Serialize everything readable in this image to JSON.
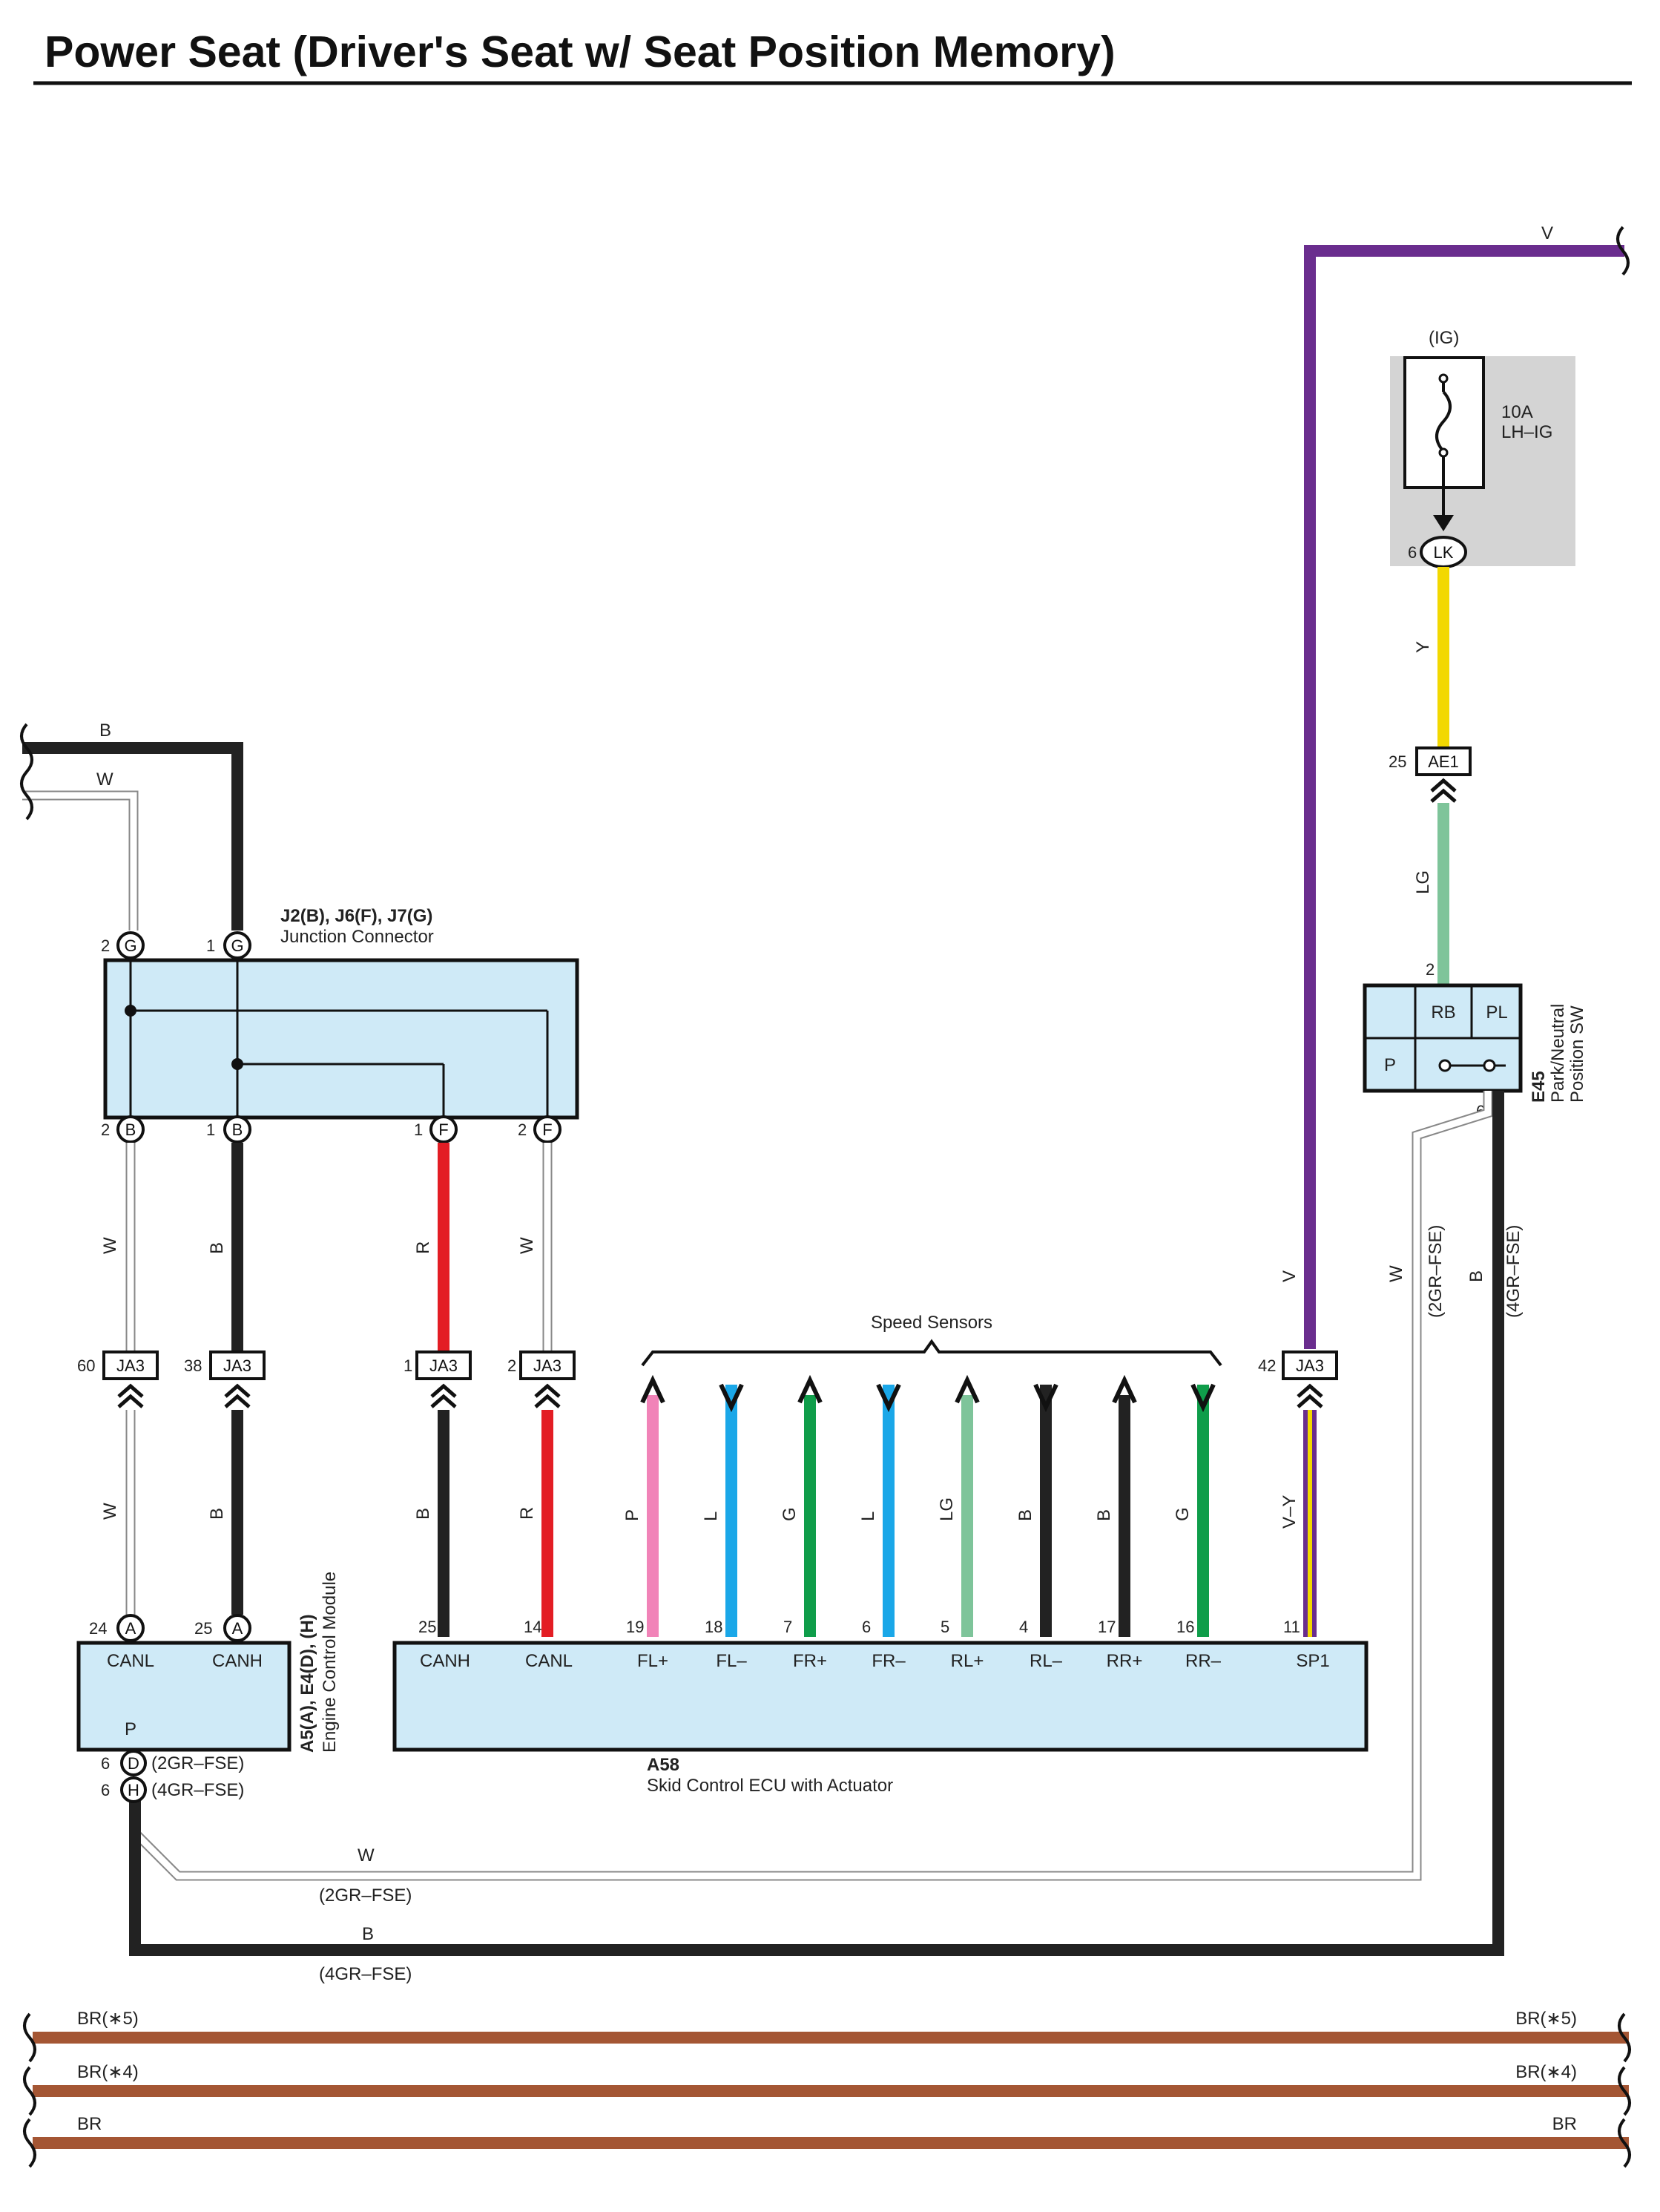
{
  "title": "Power Seat (Driver's Seat w/ Seat Position Memory)",
  "colors": {
    "V": "#6a2d8e",
    "Y": "#f2d800",
    "LG": "#7ec49a",
    "B": "#222222",
    "W": "#ffffff",
    "R": "#e31d24",
    "P": "#f183b8",
    "L": "#1aa7e8",
    "G": "#0f9d4a",
    "BR": "#a45634",
    "box_fill": "#cfeaf7",
    "fuse_area": "#d4d4d4"
  },
  "wires": {
    "top_v": "V",
    "y": "Y",
    "lg": "LG",
    "b_top": "B",
    "w_top": "W",
    "w_left": "W",
    "b_left": "B",
    "r_mid": "R",
    "w_mid": "W",
    "w_lower": "W",
    "b_lower": "B",
    "b_canh": "B",
    "r_canl": "R",
    "v_right": "V",
    "w_right": "W",
    "b_right": "B",
    "vy": "V–Y",
    "bottom_w": "W",
    "bottom_b": "B"
  },
  "fuse": {
    "ig": "(IG)",
    "rating": "10A",
    "name": "LH–IG",
    "pin": "6",
    "conn": "LK"
  },
  "ae1": {
    "pin": "25",
    "conn": "AE1"
  },
  "e45": {
    "code": "E45",
    "name1": "Park/Neutral",
    "name2": "Position SW",
    "pin_top": "2",
    "pin_bottom": "6",
    "rb": "RB",
    "pl": "PL",
    "p": "P"
  },
  "junction": {
    "name_bold": "J2(B), J6(F), J7(G)",
    "name": "Junction Connector",
    "top_pins": [
      {
        "num": "2",
        "conn": "G"
      },
      {
        "num": "1",
        "conn": "G"
      }
    ],
    "bottom_pins": [
      {
        "num": "2",
        "conn": "B"
      },
      {
        "num": "1",
        "conn": "B"
      },
      {
        "num": "1",
        "conn": "F"
      },
      {
        "num": "2",
        "conn": "F"
      }
    ]
  },
  "ja3": [
    {
      "num": "60",
      "conn": "JA3"
    },
    {
      "num": "38",
      "conn": "JA3"
    },
    {
      "num": "1",
      "conn": "JA3"
    },
    {
      "num": "2",
      "conn": "JA3"
    },
    {
      "num": "42",
      "conn": "JA3"
    }
  ],
  "speed_sensors": {
    "label": "Speed Sensors",
    "items": [
      {
        "color": "P",
        "pin": "19",
        "name": "FL+"
      },
      {
        "color": "L",
        "pin": "18",
        "name": "FL–"
      },
      {
        "color": "G",
        "pin": "7",
        "name": "FR+"
      },
      {
        "color": "L",
        "pin": "6",
        "name": "FR–"
      },
      {
        "color": "LG",
        "pin": "5",
        "name": "RL+"
      },
      {
        "color": "B",
        "pin": "4",
        "name": "RL–"
      },
      {
        "color": "B",
        "pin": "17",
        "name": "RR+"
      },
      {
        "color": "G",
        "pin": "16",
        "name": "RR–"
      }
    ]
  },
  "ecm": {
    "code": "A5(A), E4(D), (H)",
    "name": "Engine Control Module",
    "canl_pin": "24",
    "canl_conn": "A",
    "canl": "CANL",
    "canh_pin": "25",
    "canh_conn": "A",
    "canh": "CANH",
    "p": "P",
    "d_pin": "6",
    "d_conn": "D",
    "d_note": "(2GR–FSE)",
    "h_pin": "6",
    "h_conn": "H",
    "h_note": "(4GR–FSE)"
  },
  "a58": {
    "code": "A58",
    "name": "Skid Control ECU with Actuator",
    "canh_pin": "25",
    "canh": "CANH",
    "canl_pin": "14",
    "canl": "CANL",
    "sp1_pin": "11",
    "sp1": "SP1"
  },
  "variants": {
    "gr2": "(2GR–FSE)",
    "gr4": "(4GR–FSE)"
  },
  "br_wires": [
    {
      "left": "BR(∗5)",
      "right": "BR(∗5)"
    },
    {
      "left": "BR(∗4)",
      "right": "BR(∗4)"
    },
    {
      "left": "BR",
      "right": "BR"
    }
  ]
}
